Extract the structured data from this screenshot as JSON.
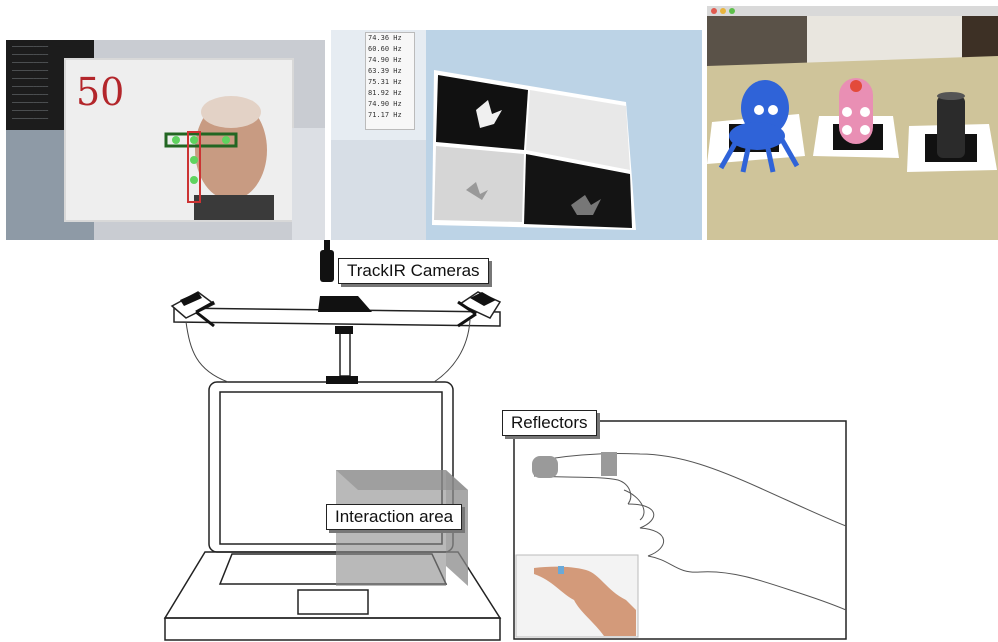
{
  "photos": {
    "face_tracking": {
      "counter": "50"
    },
    "hand_camera": {
      "readouts": [
        "74.36 Hz",
        "60.60 Hz",
        "74.90 Hz",
        "63.39 Hz",
        "75.31 Hz",
        "81.92 Hz",
        "74.90 Hz",
        "71.17 Hz"
      ]
    },
    "ar_scene": {}
  },
  "diagram": {
    "labels": {
      "cameras": "TrackIR Cameras",
      "reflectors": "Reflectors",
      "interaction": "Interaction area"
    }
  },
  "colors": {
    "reflector_band": "#9a9a9a",
    "interaction_volume": "#8a8a8a",
    "photo_dark": "#2b2b2b",
    "ar_robot_blue": "#2f63d8",
    "ar_pink": "#e98fb4",
    "tracker_green": "#5fd35f"
  }
}
